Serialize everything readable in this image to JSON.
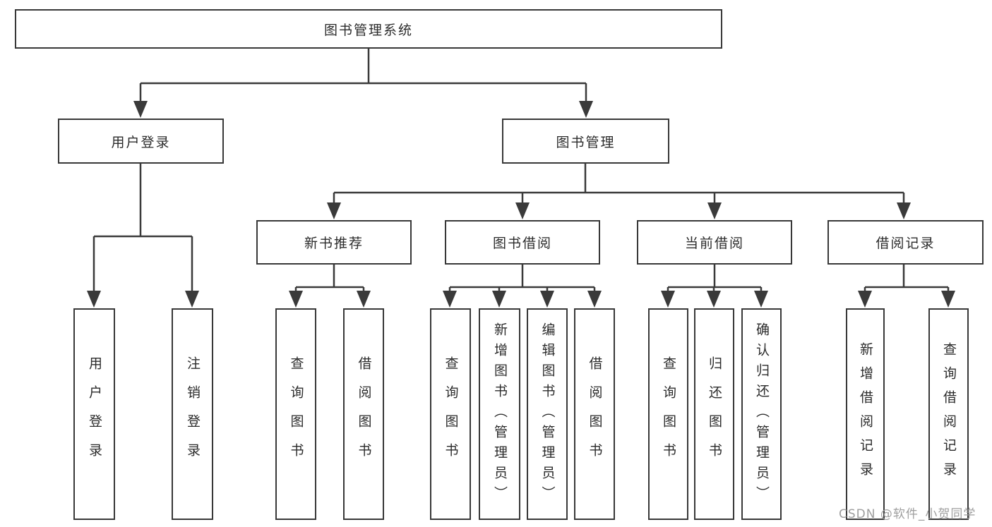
{
  "diagram": {
    "root": {
      "label": "图书管理系统"
    },
    "level1": [
      {
        "label": "用户登录"
      },
      {
        "label": "图书管理"
      }
    ],
    "level2": [
      {
        "label": "新书推荐"
      },
      {
        "label": "图书借阅"
      },
      {
        "label": "当前借阅"
      },
      {
        "label": "借阅记录"
      }
    ],
    "leaves": {
      "user_login": [
        {
          "label": "用户登录"
        },
        {
          "label": "注销登录"
        }
      ],
      "new_books": [
        {
          "label": "查询图书"
        },
        {
          "label": "借阅图书"
        }
      ],
      "book_borrow": [
        {
          "label": "查询图书"
        },
        {
          "label": "新增图书（管理员）"
        },
        {
          "label": "编辑图书（管理员）"
        },
        {
          "label": "借阅图书"
        }
      ],
      "current_borrow": [
        {
          "label": "查询图书"
        },
        {
          "label": "归还图书"
        },
        {
          "label": "确认归还（管理员）"
        }
      ],
      "borrow_records": [
        {
          "label": "新增借阅记录"
        },
        {
          "label": "查询借阅记录"
        }
      ]
    }
  },
  "watermark": "CSDN @软件_小贺同学",
  "colors": {
    "line": "#3a3a3a",
    "box_border": "#383838",
    "background": "#ffffff",
    "watermark": "#9e9e9e"
  }
}
